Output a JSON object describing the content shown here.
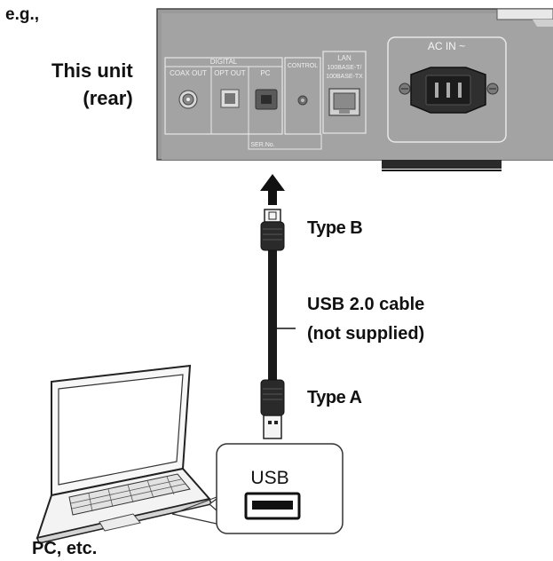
{
  "example_label": "e.g.,",
  "unit_label": {
    "line1": "This unit",
    "line2": "(rear)"
  },
  "rear_panel": {
    "digital_group_label": "DIGITAL",
    "ports": [
      "COAX OUT",
      "OPT OUT",
      "PC",
      "CONTROL"
    ],
    "lan_label": {
      "line1": "LAN",
      "line2": "100BASE-T/",
      "line3": "100BASE-TX"
    },
    "serial_label": "SER.No.",
    "ac_in_label": "AC IN ~"
  },
  "connector_b_label": "Type B",
  "cable_label": {
    "line1": "USB 2.0 cable",
    "line2": "(not supplied)"
  },
  "connector_a_label": "Type A",
  "usb_port_label": "USB",
  "pc_label": "PC, etc.",
  "icons": [
    "arrow-up-icon",
    "usb-type-b-plug-icon",
    "usb-type-a-plug-icon",
    "usb-port-icon",
    "laptop-icon",
    "ac-socket-icon",
    "lan-jack-icon"
  ]
}
